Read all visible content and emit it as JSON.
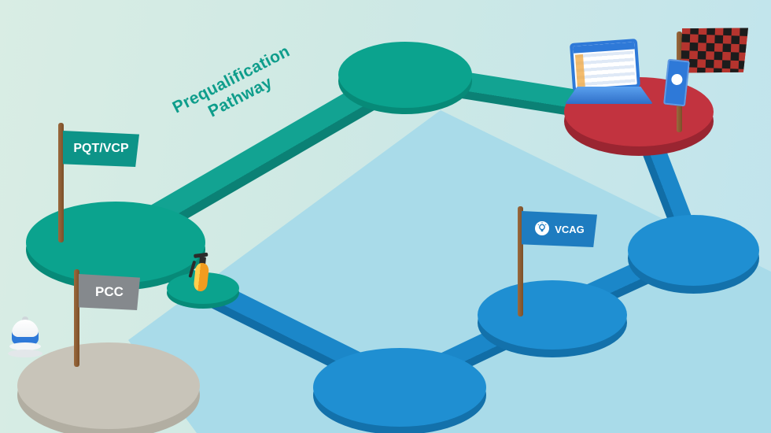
{
  "title": {
    "line1": "Prequalification",
    "line2": "Pathway"
  },
  "flags": {
    "pqt_vcp": {
      "label": "PQT/VCP",
      "color": "#0d9488"
    },
    "pcc": {
      "label": "PCC",
      "color": "#85898d"
    },
    "vcag": {
      "label": "VCAG",
      "color": "#1e7cc0",
      "icon": "lightbulb-icon"
    },
    "finish": {
      "icon": "checkered-flag-icon",
      "colors": [
        "#1c1c1c",
        "#b5342e"
      ]
    }
  },
  "nodes": [
    {
      "name": "top-teal-platform",
      "color": "#0ba38e"
    },
    {
      "name": "finish-red-platform",
      "color": "#c2333f"
    },
    {
      "name": "left-teal-platform",
      "color": "#0ba38e"
    },
    {
      "name": "small-teal-step",
      "color": "#0ba38e"
    },
    {
      "name": "gray-start-platform",
      "color": "#c8c4b9"
    },
    {
      "name": "bottom-blue-platform",
      "color": "#1f8fd2"
    },
    {
      "name": "mid-blue-platform",
      "color": "#1f8fd2"
    },
    {
      "name": "right-blue-platform",
      "color": "#1f8fd2"
    }
  ],
  "props": {
    "laptop": "laptop-icon",
    "id_card": "id-card-icon",
    "extinguisher": "fire-extinguisher-icon",
    "bell": "bell-icon"
  },
  "colors": {
    "background_left": "#d9ede4",
    "background_right": "#c0e4ed",
    "swath_blue": "#a9dbe9",
    "path_teal": "#12a392",
    "path_teal_side": "#0b8175",
    "path_blue": "#1b87c9",
    "path_blue_side": "#116da6",
    "title_teal": "#0e9d8b",
    "flag_pole_brown": "#8a5a33"
  }
}
